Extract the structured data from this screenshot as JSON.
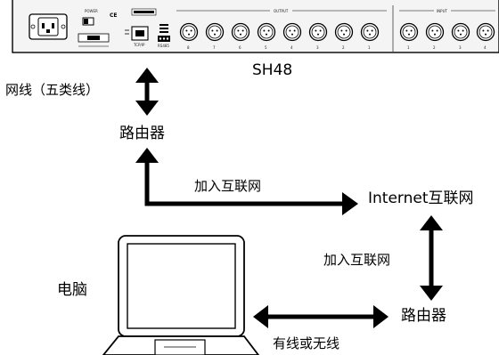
{
  "device": {
    "model": "SH48",
    "power_label": "POWER",
    "ethernet_label": "TCP/IP",
    "rs485_label": "RS485",
    "output_label": "OUTPUT",
    "input_label": "INPUT",
    "output_numbers": [
      "8",
      "7",
      "6",
      "5",
      "4",
      "3",
      "2",
      "1"
    ],
    "input_numbers": [
      "1",
      "2",
      "3",
      "4"
    ]
  },
  "labels": {
    "cable": "网线（五类线）",
    "router_top": "路由器",
    "join_internet_1": "加入互联网",
    "internet": "Internet互联网",
    "join_internet_2": "加入互联网",
    "computer": "电脑",
    "router_bottom": "路由器",
    "wired_wireless": "有线或无线"
  },
  "colors": {
    "ink": "#000000",
    "panel": "#f4f4f4"
  }
}
